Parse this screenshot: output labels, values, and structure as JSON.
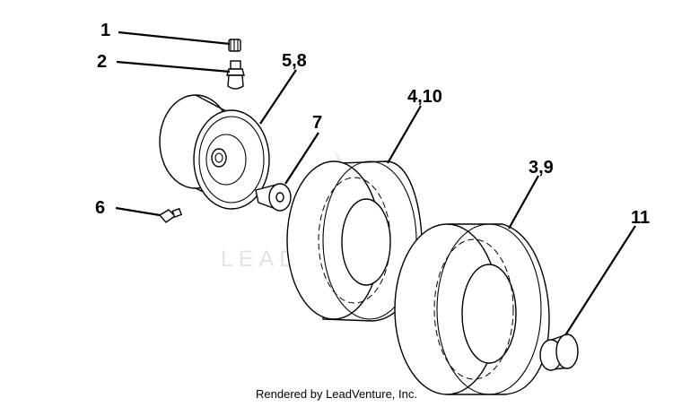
{
  "callouts": {
    "c1": "1",
    "c2": "2",
    "c58": "5,8",
    "c7": "7",
    "c410": "4,10",
    "c39": "3,9",
    "c6": "6",
    "c11": "11"
  },
  "watermark": {
    "text": "LEADVENTURE"
  },
  "credit": "Rendered by LeadVenture, Inc."
}
